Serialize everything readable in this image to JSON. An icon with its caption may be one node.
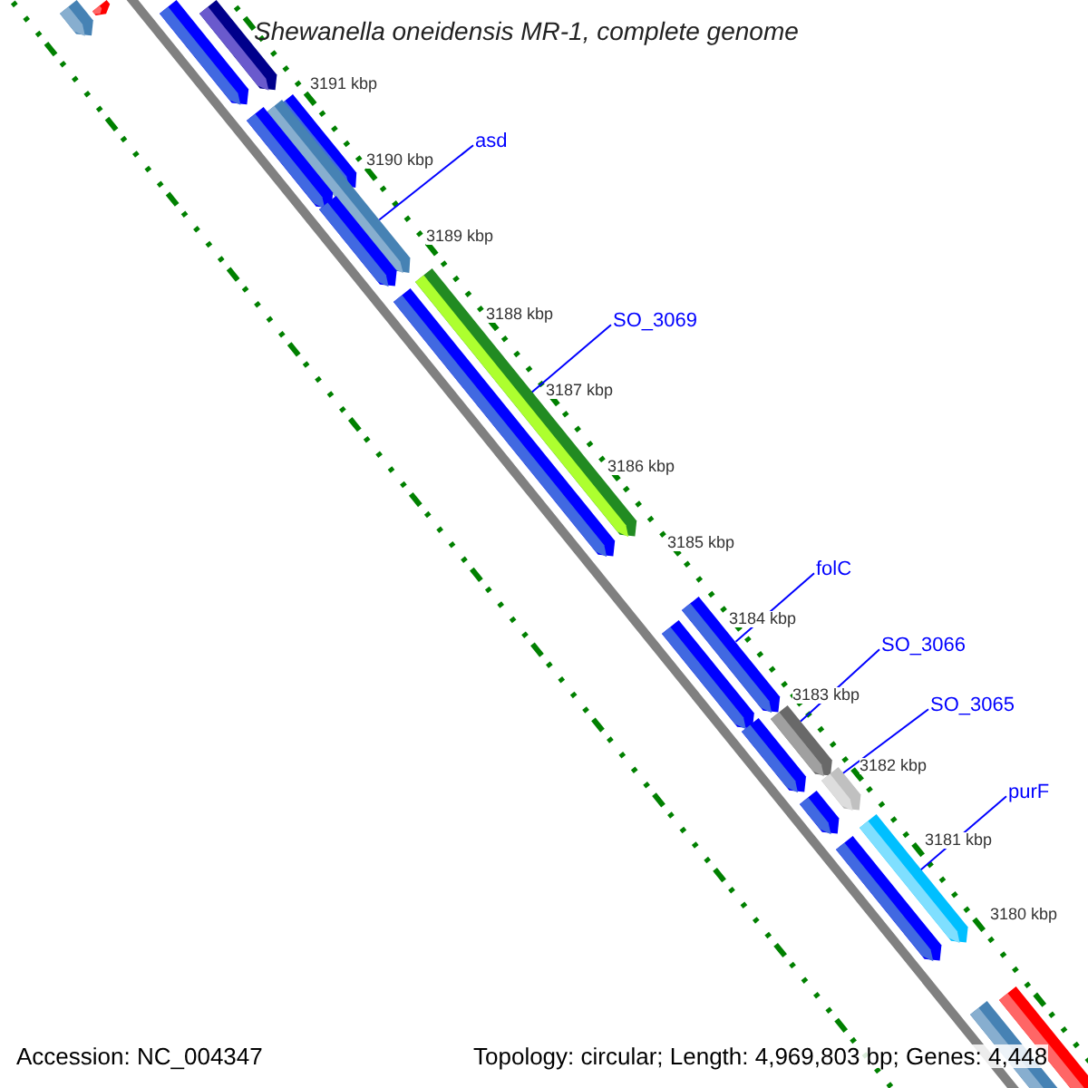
{
  "diagram": {
    "title": "Shewanella oneidensis MR-1, complete genome",
    "nodes": [
      {
        "text": [
          "asd"
        ]
      },
      {
        "text": [
          "SO_3069"
        ]
      },
      {
        "text": [
          "folC"
        ]
      },
      {
        "text": [
          "SO_3066"
        ]
      },
      {
        "text": [
          "SO_3065"
        ]
      },
      {
        "text": [
          "purF"
        ]
      },
      {
        "text": [],
        "shape": "bar"
      },
      {
        "text": [],
        "shape": "bar"
      },
      {
        "text": [],
        "shape": "bar"
      },
      {
        "text": [],
        "shape": "bar"
      },
      {
        "text": [],
        "shape": "bar"
      },
      {
        "text": [],
        "shape": "bar"
      },
      {
        "text": [],
        "shape": "bar"
      },
      {
        "text": [],
        "shape": "bar"
      },
      {
        "text": [],
        "shape": "bar"
      },
      {
        "text": [],
        "shape": "bar"
      },
      {
        "text": [],
        "shape": "bar"
      },
      {
        "text": [],
        "shape": "bar"
      },
      {
        "text": [],
        "shape": "bar"
      },
      {
        "text": [],
        "shape": "bar"
      },
      {
        "text": [],
        "shape": "bar"
      },
      {
        "text": [],
        "shape": "bar"
      },
      {
        "text": [],
        "shape": "bar"
      },
      {
        "text": [],
        "shape": "bar"
      },
      {
        "text": [],
        "shape": "bar"
      },
      {
        "text": [],
        "shape": "bar"
      }
    ],
    "edges": [
      {
        "from": 0,
        "to": 11,
        "arrow": "none"
      },
      {
        "from": 1,
        "to": 14,
        "arrow": "none"
      },
      {
        "from": 2,
        "to": 16,
        "arrow": "none"
      },
      {
        "from": 3,
        "to": 18,
        "arrow": "none"
      },
      {
        "from": 4,
        "to": 20,
        "arrow": "none"
      },
      {
        "from": 5,
        "to": 22,
        "arrow": "none"
      }
    ],
    "labels": [
      "3191 kbp",
      "3190 kbp",
      "3189 kbp",
      "3188 kbp",
      "3187 kbp",
      "3186 kbp",
      "3185 kbp",
      "3184 kbp",
      "3183 kbp",
      "3182 kbp",
      "3181 kbp",
      "3180 kbp",
      "Accession: NC_004347",
      "Topology: circular; Length: 4,969,803 bp; Genes: 4,448"
    ]
  }
}
